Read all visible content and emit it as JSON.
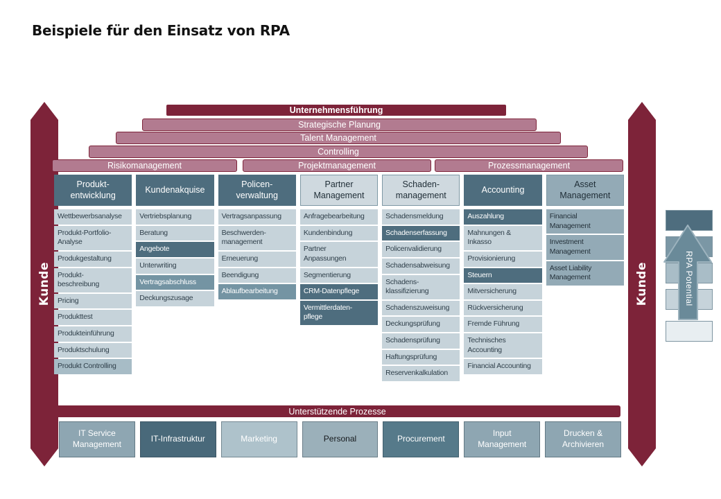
{
  "title": "Beispiele für den Einsatz von RPA",
  "side_labels": {
    "left": "Kunde",
    "right": "Kunde"
  },
  "pyramid": [
    {
      "label": "Unternehmensführung"
    },
    {
      "label": "Strategische Planung"
    },
    {
      "label": "Talent Management"
    },
    {
      "label": "Controlling"
    }
  ],
  "management_row": [
    "Risikomanagement",
    "Projektmanagement",
    "Prozessmanagement"
  ],
  "columns": [
    {
      "header": "Produkt-\nentwicklung",
      "header_style": "dark",
      "items": [
        {
          "label": "Wettbewerbsanalyse",
          "level": "l2"
        },
        {
          "label": "Produkt-Portfolio-\nAnalyse",
          "level": "l2"
        },
        {
          "label": "Produkgestaltung",
          "level": "l2"
        },
        {
          "label": "Produkt-\nbeschreibung",
          "level": "l2"
        },
        {
          "label": "Pricing",
          "level": "l2"
        },
        {
          "label": "Produkttest",
          "level": "l2"
        },
        {
          "label": "Produkteinführung",
          "level": "l2"
        },
        {
          "label": "Produktschulung",
          "level": "l2"
        },
        {
          "label": "Produkt Controlling",
          "level": "l3"
        }
      ]
    },
    {
      "header": "Kundenakquise",
      "header_style": "dark",
      "items": [
        {
          "label": "Vertriebsplanung",
          "level": "l2"
        },
        {
          "label": "Beratung",
          "level": "l2"
        },
        {
          "label": "Angebote",
          "level": "l5"
        },
        {
          "label": "Unterwriting",
          "level": "l2"
        },
        {
          "label": "Vertragsabschluss",
          "level": "l4"
        },
        {
          "label": "Deckungszusage",
          "level": "l2"
        }
      ]
    },
    {
      "header": "Policen-\nverwaltung",
      "header_style": "dark",
      "items": [
        {
          "label": "Vertragsanpassung",
          "level": "l2"
        },
        {
          "label": "Beschwerden-\nmanagement",
          "level": "l2"
        },
        {
          "label": "Erneuerung",
          "level": "l2"
        },
        {
          "label": "Beendigung",
          "level": "l2"
        },
        {
          "label": "Ablaufbearbeitung",
          "level": "l4"
        }
      ]
    },
    {
      "header": "Partner\nManagement",
      "header_style": "light",
      "items": [
        {
          "label": "Anfragebearbeitung",
          "level": "l2"
        },
        {
          "label": "Kundenbindung",
          "level": "l2"
        },
        {
          "label": "Partner\nAnpassungen",
          "level": "l2"
        },
        {
          "label": "Segmentierung",
          "level": "l2"
        },
        {
          "label": "CRM-Datenpflege",
          "level": "l5"
        },
        {
          "label": "Vermittlerdaten-\npflege",
          "level": "l5"
        }
      ]
    },
    {
      "header": "Schaden-\nmanagement",
      "header_style": "light",
      "items": [
        {
          "label": "Schadensmeldung",
          "level": "l2"
        },
        {
          "label": "Schadenserfassung",
          "level": "l5"
        },
        {
          "label": "Policenvalidierung",
          "level": "l2"
        },
        {
          "label": "Schadensabweisung",
          "level": "l2"
        },
        {
          "label": "Schadens-\nklassifizierung",
          "level": "l2"
        },
        {
          "label": "Schadenszuweisung",
          "level": "l2"
        },
        {
          "label": "Deckungsprüfung",
          "level": "l2"
        },
        {
          "label": "Schadensprüfung",
          "level": "l2"
        },
        {
          "label": "Haftungsprüfung",
          "level": "l2"
        },
        {
          "label": "Reservenkalkulation",
          "level": "l2"
        }
      ]
    },
    {
      "header": "Accounting",
      "header_style": "dark",
      "items": [
        {
          "label": "Auszahlung",
          "level": "l5"
        },
        {
          "label": "Mahnungen &\nInkasso",
          "level": "l2"
        },
        {
          "label": "Provisionierung",
          "level": "l2"
        },
        {
          "label": "Steuern",
          "level": "l5"
        },
        {
          "label": "Mitversicherung",
          "level": "l2"
        },
        {
          "label": "Rückversicherung",
          "level": "l2"
        },
        {
          "label": "Fremde Führung",
          "level": "l2"
        },
        {
          "label": "Technisches\nAccounting",
          "level": "l2"
        },
        {
          "label": "Financial Accounting",
          "level": "l2"
        }
      ]
    },
    {
      "header": "Asset\nManagement",
      "header_style": "asset",
      "items": [
        {
          "label": "Financial\nManagement",
          "level": "asset"
        },
        {
          "label": "Investment\nManagement",
          "level": "asset"
        },
        {
          "label": "Asset Liability\nManagement",
          "level": "asset"
        }
      ]
    }
  ],
  "support": {
    "bar_label": "Unterstützende Prozesse",
    "boxes": [
      {
        "label": "IT Service\nManagement",
        "style": "medium"
      },
      {
        "label": "IT-Infrastruktur",
        "style": "dark"
      },
      {
        "label": "Marketing",
        "style": "light"
      },
      {
        "label": "Personal",
        "style": "pale-dark-text"
      },
      {
        "label": "Procurement",
        "style": "teal"
      },
      {
        "label": "Input\nManagement",
        "style": "medium"
      },
      {
        "label": "Drucken &\nArchivieren",
        "style": "medium"
      }
    ]
  },
  "legend": {
    "label": "RPA Potential",
    "levels": [
      "#4e6d7e",
      "#7b97a5",
      "#a9bdc7",
      "#c6d3da",
      "#e8eef1"
    ]
  },
  "colors": {
    "maroon": "#7d2339",
    "mauve": "#b27b90",
    "dark_slate": "#4e6d7e",
    "light_item": "#c6d3da",
    "arrow_fill": "#6a8a99"
  }
}
